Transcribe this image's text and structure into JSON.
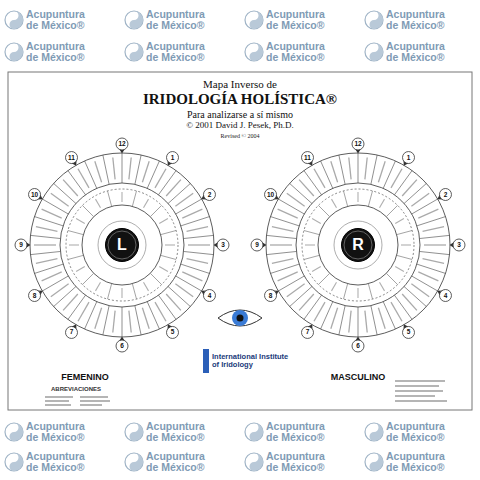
{
  "diagram": {
    "title": "IRIDOLOGÍA HOLÍSTICA®",
    "nodes": [
      {
        "text": [
          "L"
        ]
      },
      {
        "text": [
          "R"
        ]
      }
    ],
    "labels": [
      "Mapa Inverso de",
      "Para analizarse a sí mismo",
      "© 2001 David J. Pesek, Ph.D.",
      "Revised © 2004",
      "12",
      "1",
      "2",
      "3",
      "4",
      "5",
      "6",
      "7",
      "8",
      "9",
      "10",
      "11",
      "12",
      "1",
      "2",
      "3",
      "4",
      "5",
      "6",
      "7",
      "8",
      "9",
      "10",
      "11",
      "FEMENINO",
      "MASCULINO",
      "International Institute of Iridology",
      "ABREVIACIONES",
      "Acupuntura de México®",
      "Acupuntura de México®",
      "Acupuntura de México®",
      "Acupuntura de México®",
      "Acupuntura de México®",
      "Acupuntura de México®",
      "Acupuntura de México®",
      "Acupuntura de México®",
      "Acupuntura de México®",
      "Acupuntura de México®",
      "Acupuntura de México®",
      "Acupuntura de México®",
      "Acupuntura de México®",
      "Acupuntura de México®",
      "Acupuntura de México®",
      "Acupuntura de México®"
    ]
  }
}
